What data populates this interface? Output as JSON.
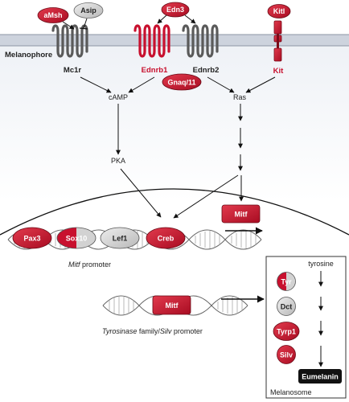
{
  "labels": {
    "melanophore": "Melanophore",
    "mc1r": "Mc1r",
    "ednrb1": "Ednrb1",
    "ednrb2": "Ednrb2",
    "kit": "Kit",
    "camp": "cAMP",
    "pka": "PKA",
    "ras": "Ras",
    "tyrosine": "tyrosine",
    "melanosome": "Melanosome",
    "mitf_promoter_italic": "Mitf",
    "mitf_promoter_rest": " promoter",
    "tyr_promoter_italic1": "Tyrosinase",
    "tyr_promoter_mid": " family/",
    "tyr_promoter_italic2": "Silv",
    "tyr_promoter_rest": " promoter"
  },
  "pills": {
    "amsh": "aMsh",
    "asip": "Asip",
    "edn3": "Edn3",
    "kitl": "Kitl",
    "gnaq": "Gnaq/11",
    "pax3": "Pax3",
    "sox10": "Sox10",
    "lef1": "Lef1",
    "creb": "Creb",
    "mitf_cyto": "Mitf",
    "mitf_dna": "Mitf",
    "tyr": "Tyr",
    "dct": "Dct",
    "tyrp1": "Tyrp1",
    "silv": "Silv",
    "eumelanin": "Eumelanin"
  },
  "colors": {
    "red": "#c8102e",
    "grey": "#c8c8c8",
    "membrane": "#d8dde6",
    "dark": "#111111"
  }
}
